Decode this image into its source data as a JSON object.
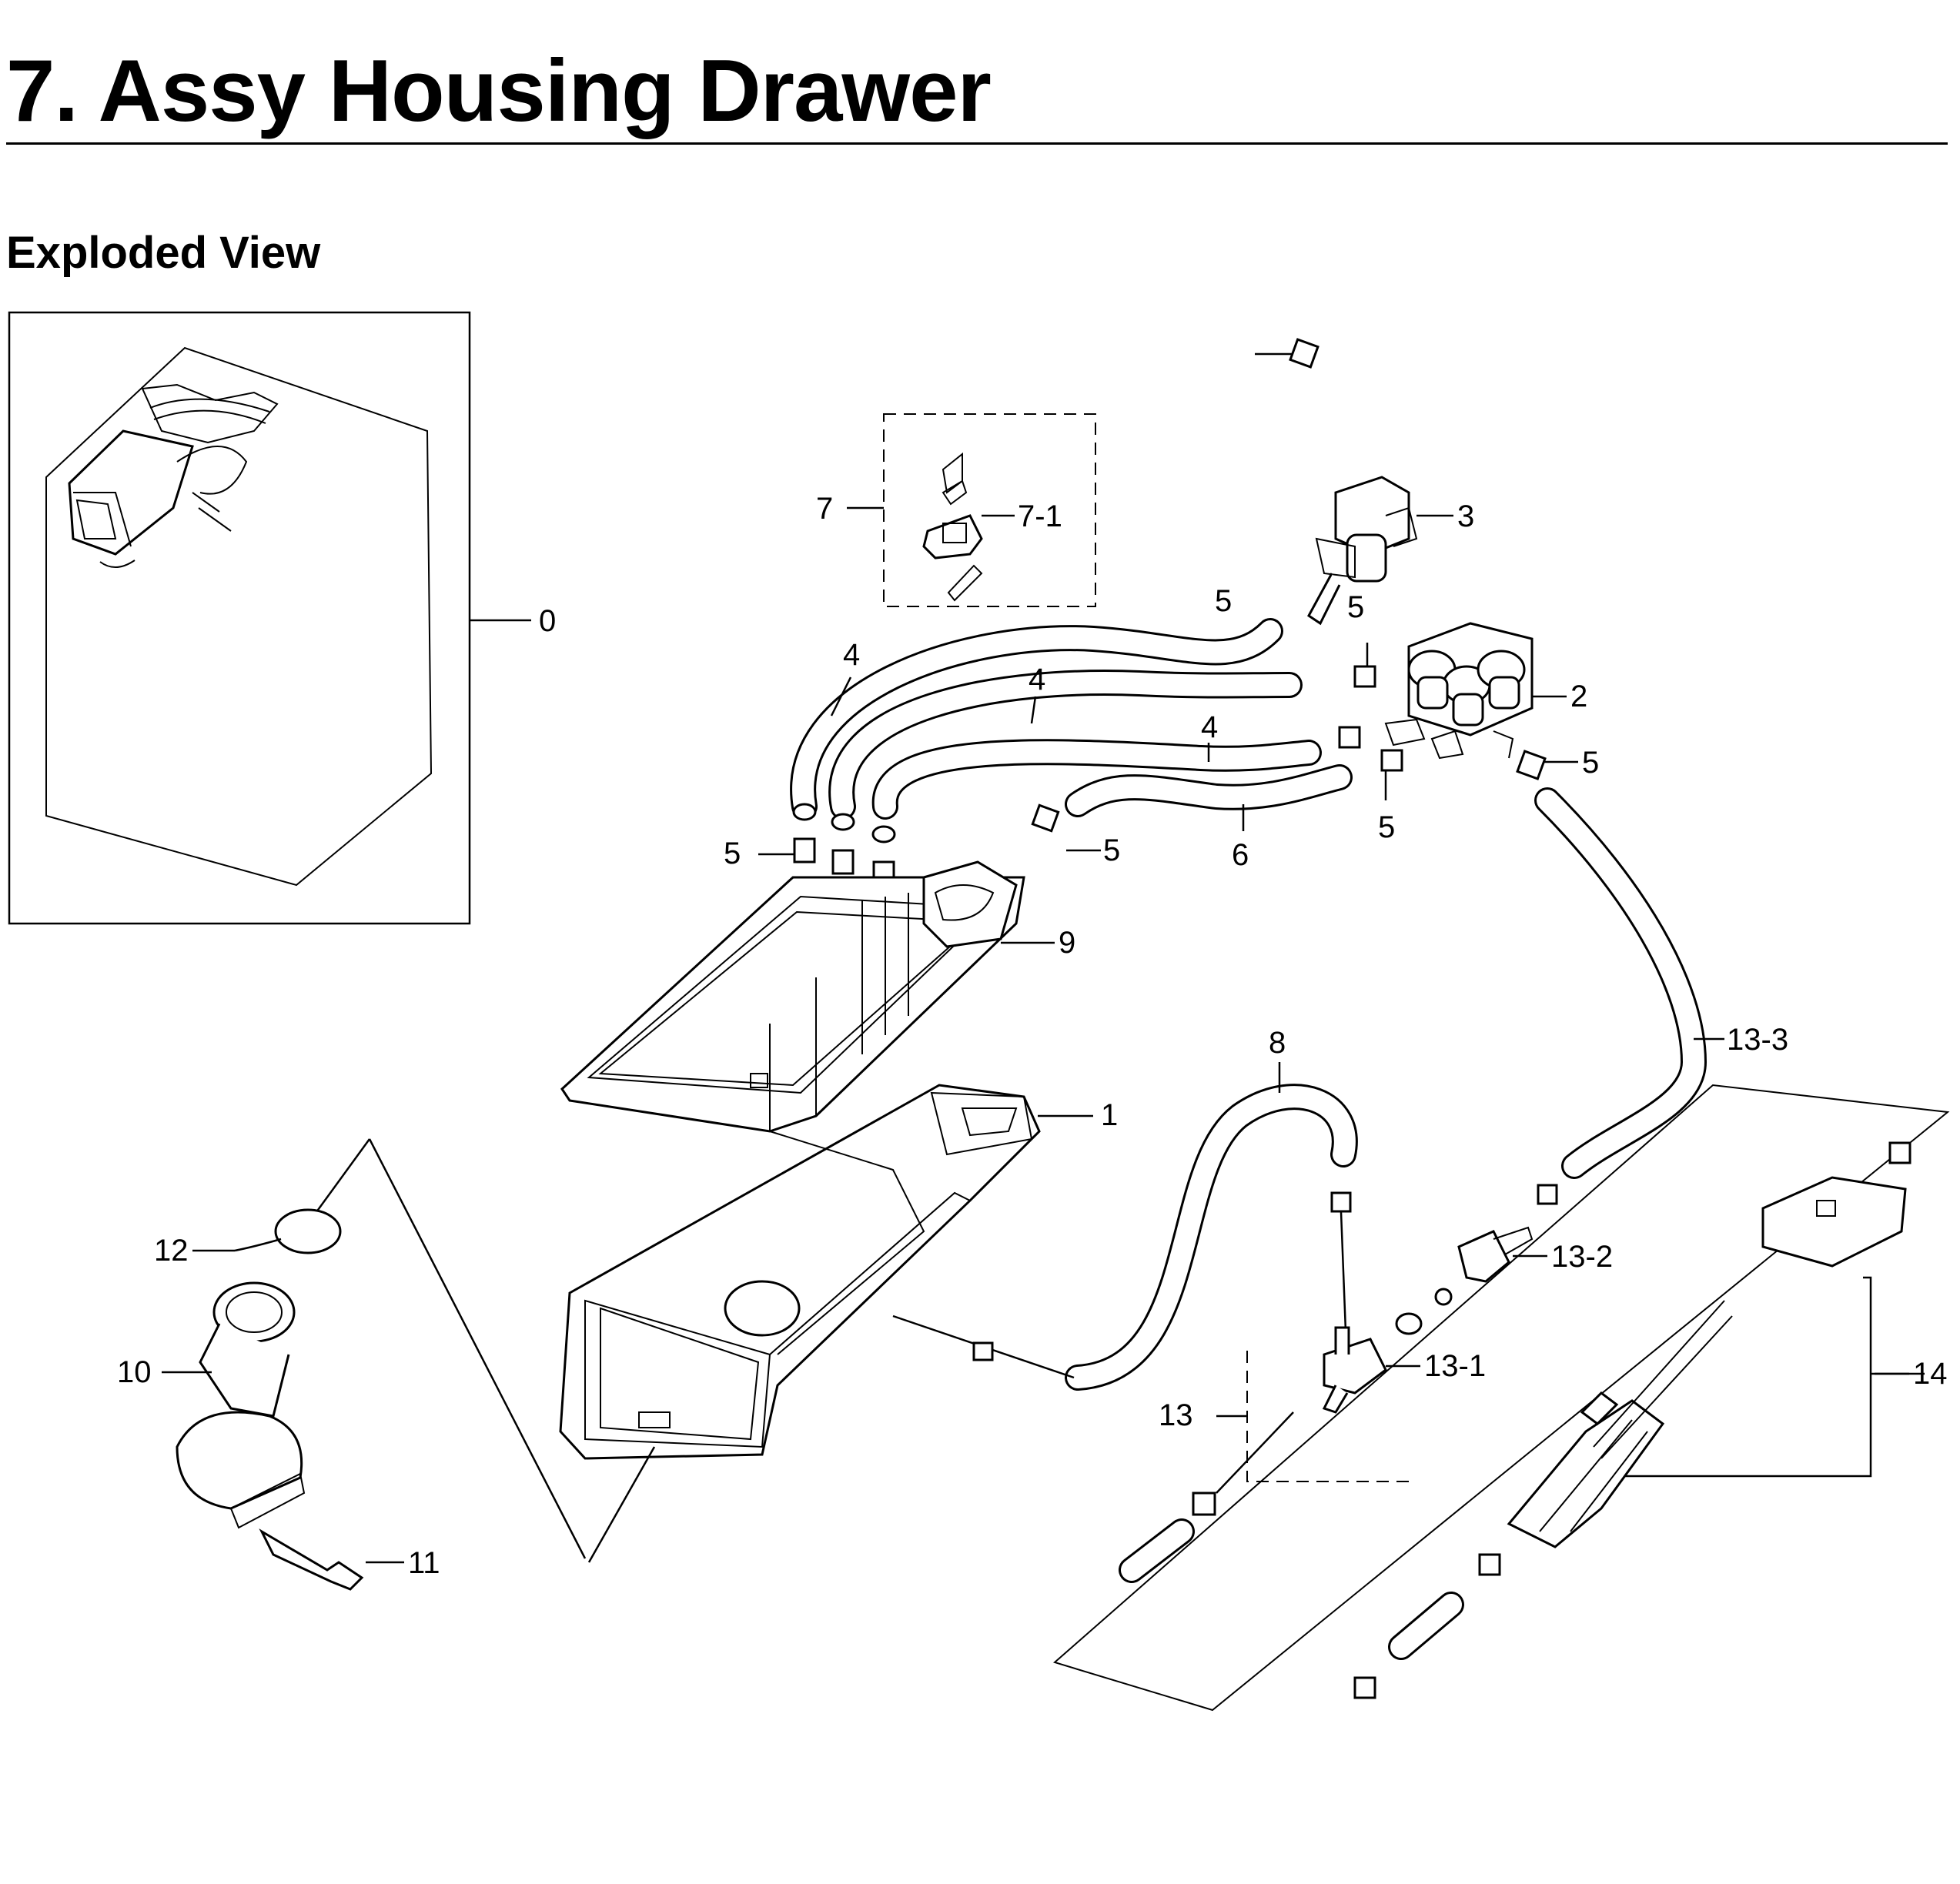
{
  "header": {
    "title": "7.  Assy Housing Drawer",
    "subtitle": "Exploded View"
  },
  "callouts": {
    "c0": "0",
    "c1": "1",
    "c2": "2",
    "c3": "3",
    "c4a": "4",
    "c4b": "4",
    "c4c": "4",
    "c5a": "5",
    "c5b": "5",
    "c5c": "5",
    "c5d": "5",
    "c5e": "5",
    "c5f": "5",
    "c6": "6",
    "c7": "7",
    "c7_1": "7-1",
    "c8": "8",
    "c9": "9",
    "c10": "10",
    "c11": "11",
    "c12": "12",
    "c13": "13",
    "c13_1": "13-1",
    "c13_2": "13-2",
    "c13_3": "13-3",
    "c14": "14"
  }
}
